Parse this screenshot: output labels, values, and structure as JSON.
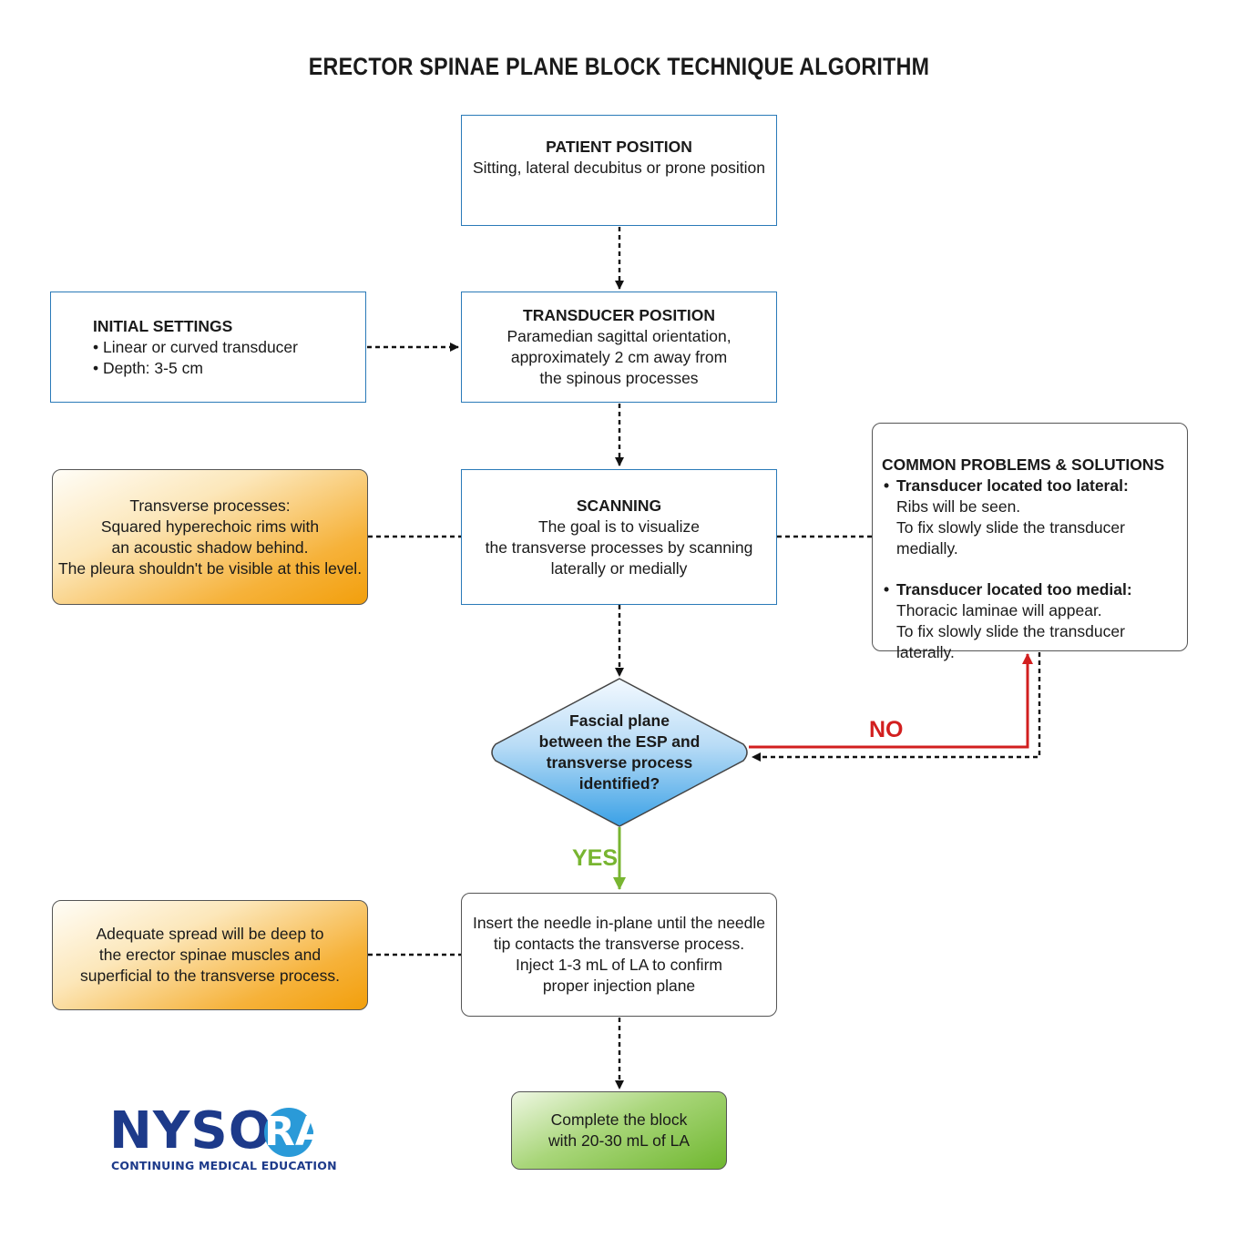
{
  "title": "ERECTOR SPINAE PLANE BLOCK TECHNIQUE ALGORITHM",
  "patient_position": {
    "heading": "PATIENT POSITION",
    "body": "Sitting, lateral decubitus or prone position"
  },
  "initial_settings": {
    "heading": "INITIAL SETTINGS",
    "items": [
      "• Linear or curved transducer",
      "• Depth: 3-5 cm"
    ]
  },
  "transducer_position": {
    "heading": "TRANSDUCER POSITION",
    "lines": [
      "Paramedian sagittal orientation,",
      "approximately 2 cm away from",
      "the spinous processes"
    ]
  },
  "transverse_note": {
    "lines": [
      "Transverse processes:",
      "Squared hyperechoic rims with",
      "an acoustic shadow behind.",
      "The pleura shouldn't be visible at this level."
    ]
  },
  "scanning": {
    "heading": "SCANNING",
    "lines": [
      "The goal is to visualize",
      "the transverse processes by scanning",
      "laterally or medially"
    ]
  },
  "problems": {
    "heading": "COMMON PROBLEMS & SOLUTIONS",
    "items": [
      {
        "heading": "Transducer located too lateral:",
        "lines": [
          "Ribs will be seen.",
          "To fix slowly slide the transducer medially."
        ]
      },
      {
        "heading": "Transducer located too medial:",
        "lines": [
          "Thoracic laminae will appear.",
          "To fix slowly slide the transducer laterally."
        ]
      }
    ]
  },
  "decision": {
    "lines": [
      "Fascial plane",
      "between the ESP and",
      "transverse process",
      "identified?"
    ],
    "no_label": "NO",
    "yes_label": "YES"
  },
  "spread_note": {
    "lines": [
      "Adequate spread will be deep to",
      "the erector spinae muscles and",
      "superficial to the transverse process."
    ]
  },
  "insert_needle": {
    "lines": [
      "Insert the needle in-plane until the needle",
      "tip contacts the transverse process.",
      "Inject 1-3 mL of LA to confirm",
      "proper injection plane"
    ]
  },
  "complete": {
    "lines": [
      "Complete the block",
      "with 20-30 mL of LA"
    ]
  },
  "logo": {
    "word": "NYSO",
    "circle_letter": "RA",
    "subtitle": "CONTINUING MEDICAL EDUCATION"
  },
  "colors": {
    "box_border": "#2a7ab8",
    "no_arrow": "#d21f1f",
    "yes_arrow": "#78b531",
    "logo_navy": "#1d3a8a",
    "logo_blue": "#2a9ad8"
  }
}
